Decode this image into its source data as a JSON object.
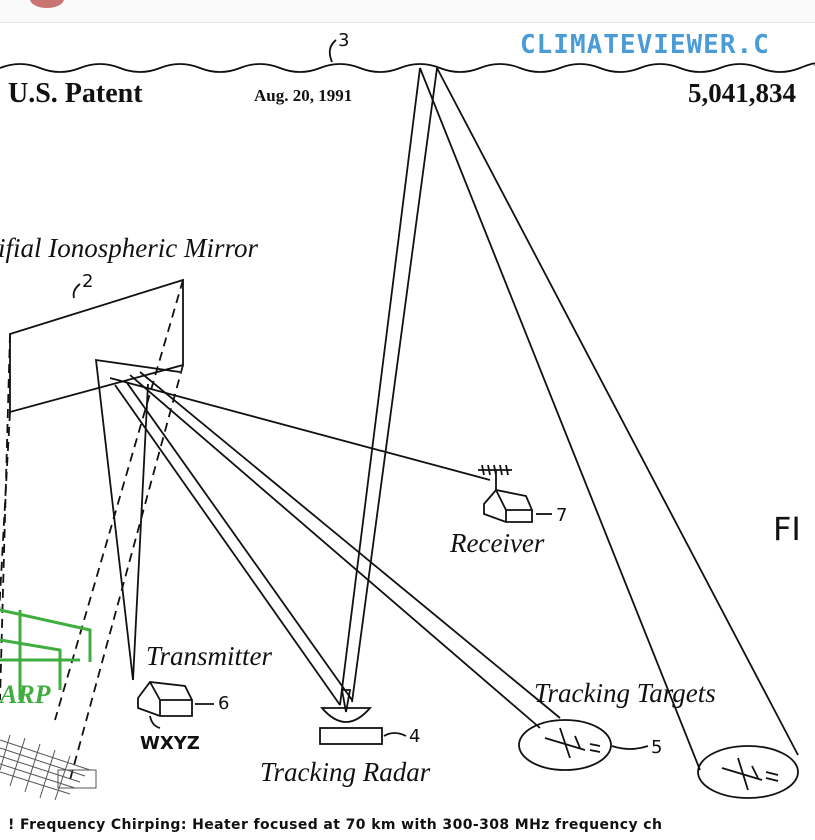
{
  "header": {
    "patent_label": "U.S. Patent",
    "date": "Aug. 20, 1991",
    "patent_number": "5,041,834"
  },
  "watermark": "CLIMATEVIEWER.C",
  "labels": {
    "mirror": "ifial Ionospheric Mirror",
    "receiver": "Receiver",
    "transmitter": "Transmitter",
    "tracking_targets": "Tracking Targets",
    "tracking_radar": "Tracking Radar",
    "station_call_sign": "WXYZ",
    "figure": "FI",
    "harp_fragment": "ARP"
  },
  "reference_numerals": {
    "ionosphere": "3",
    "mirror": "2",
    "receiver": "7",
    "transmitter": "6",
    "radar": "4",
    "targets": "5"
  },
  "caption": "! Frequency Chirping: Heater focused at 70 km with 300-308 MHz frequency ch",
  "colors": {
    "watermark": "#4a9bd6",
    "harp_overlay": "#3fae3f",
    "ink": "#111111"
  }
}
